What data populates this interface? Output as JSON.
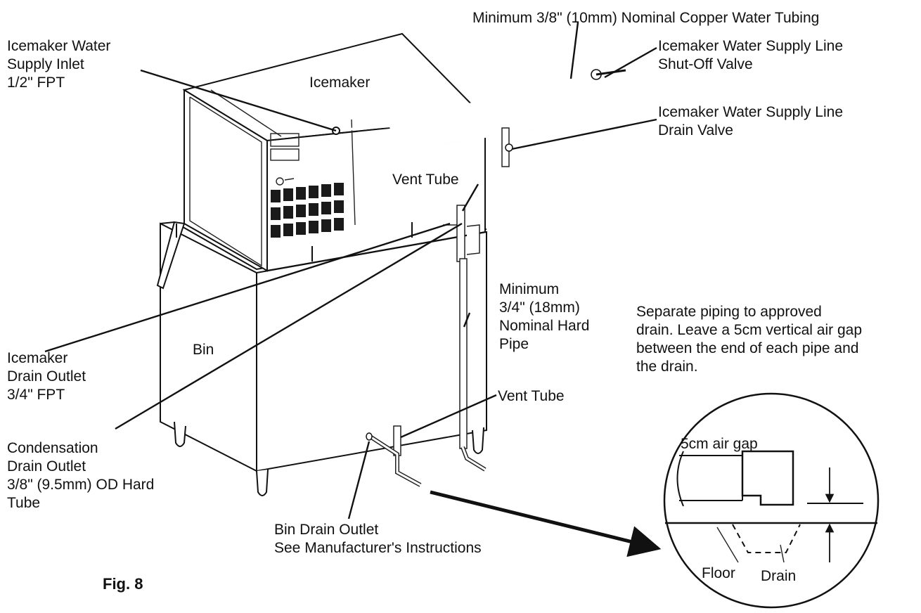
{
  "labels": {
    "copper_tubing": "Minimum 3/8\" (10mm) Nominal Copper Water Tubing",
    "inlet": [
      "Icemaker Water",
      "Supply Inlet",
      "1/2\" FPT"
    ],
    "icemaker": "Icemaker",
    "shutoff": [
      "Icemaker Water Supply Line",
      "Shut-Off Valve"
    ],
    "drain_valve": [
      "Icemaker Water Supply Line",
      "Drain Valve"
    ],
    "vent_tube_top": "Vent Tube",
    "vent_tube_bottom": "Vent Tube",
    "hard_pipe": [
      "Minimum",
      "3/4\" (18mm)",
      "Nominal Hard",
      "Pipe"
    ],
    "separate_piping": [
      "Separate piping to approved",
      "drain. Leave a 5cm vertical air gap",
      "between the end of each pipe and",
      "the drain."
    ],
    "bin": "Bin",
    "icemaker_drain": [
      "Icemaker",
      "Drain Outlet",
      "3/4\" FPT"
    ],
    "condensation": [
      "Condensation",
      "Drain Outlet",
      "3/8\" (9.5mm) OD Hard",
      "Tube"
    ],
    "bin_drain": [
      "Bin Drain Outlet",
      "See Manufacturer's Instructions"
    ],
    "air_gap": "5cm air gap",
    "floor": "Floor",
    "drain": "Drain",
    "figure": "Fig. 8"
  },
  "icons": [
    "arrow-icon",
    "valve-icon"
  ],
  "colors": {
    "line": "#111111",
    "background": "#ffffff"
  }
}
